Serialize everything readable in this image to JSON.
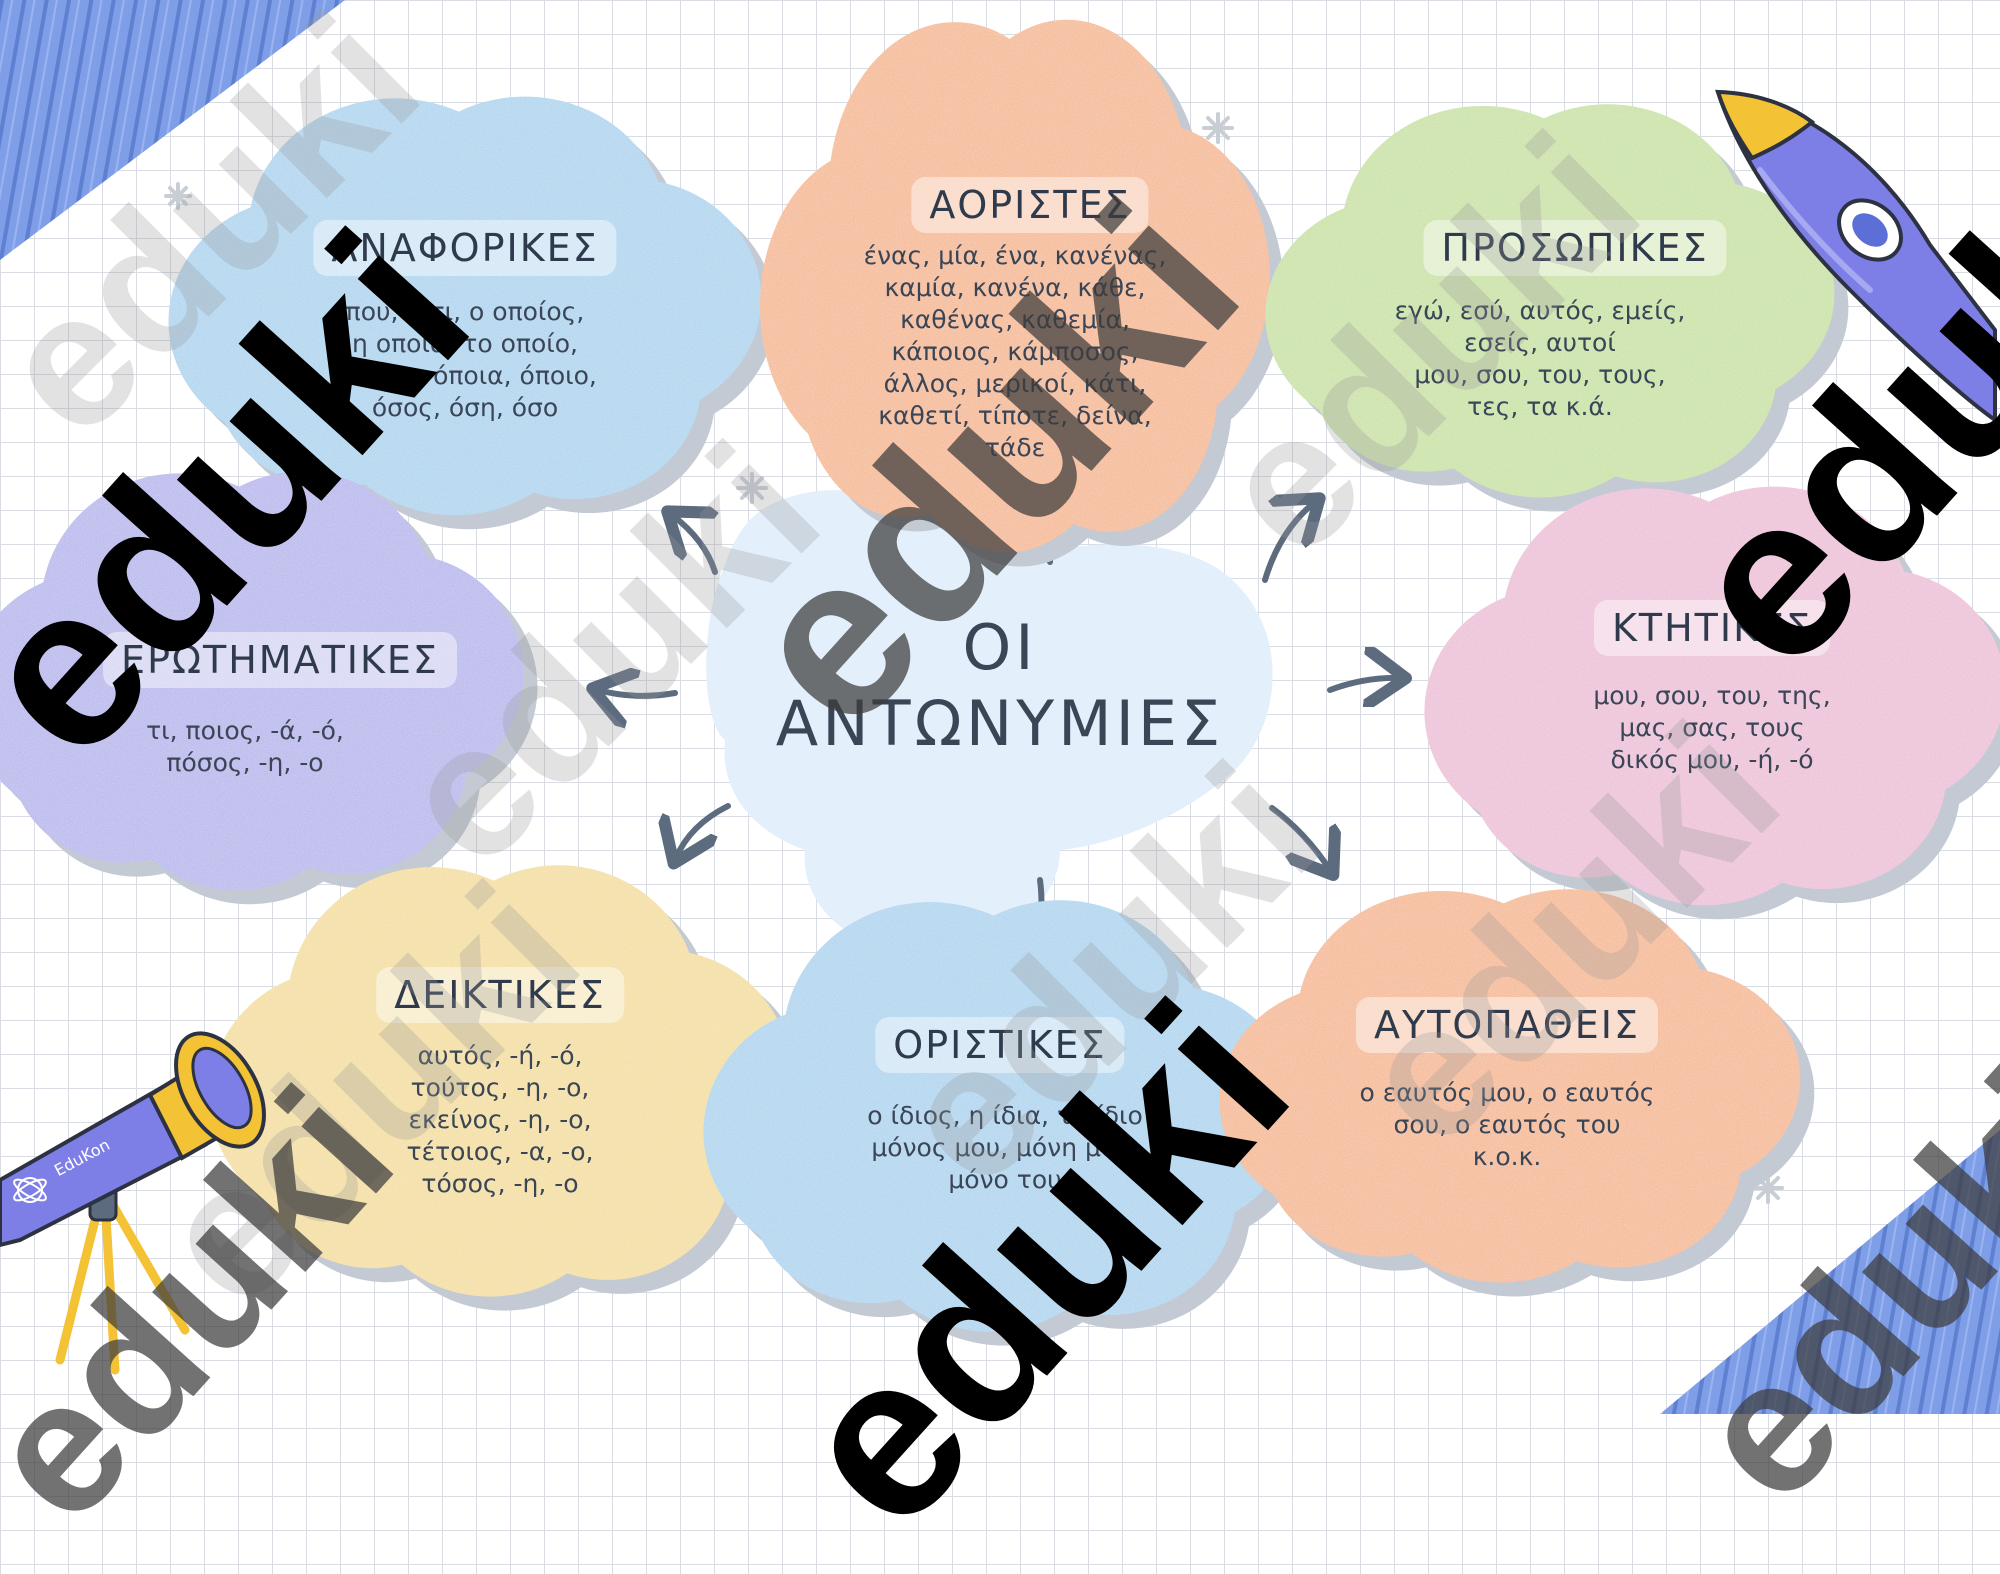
{
  "title": [
    "ΟΙ",
    "ΑΝΤΩΝΥΜΙΕΣ"
  ],
  "clouds": [
    {
      "id": "anaforikes",
      "label": "ΑΝΑΦΟΡΙΚΕΣ",
      "color": "#a9d2ee",
      "lines": [
        "που, ό,τι, ο οποίος,",
        "η οποία, το οποίο,",
        "όποιος, όποια, όποιο,",
        "όσος, όση, όσο"
      ]
    },
    {
      "id": "aoristes",
      "label": "ΑΟΡΙΣΤΕΣ",
      "color": "#f5b48a",
      "lines": [
        "ένας, μία, ένα, κανένας,",
        "καμία, κανένα, κάθε,",
        "καθένας, καθεμία,",
        "κάποιος, κάμποσος,",
        "άλλος, μερικοί, κάτι,",
        "καθετί, τίποτε, δείνα,",
        "τάδε"
      ]
    },
    {
      "id": "prosopikes",
      "label": "ΠΡΟΣΩΠΙΚΕΣ",
      "color": "#c6e09e",
      "lines": [
        "εγώ, εσύ, αυτός, εμείς,",
        "εσείς, αυτοί",
        "μου, σου, του, τους,",
        "τες, τα κ.ά."
      ]
    },
    {
      "id": "erotimatikes",
      "label": "ΕΡΩΤΗΜΑΤΙΚΕΣ",
      "color": "#b3b2ec",
      "lines": [
        "τι, ποιος, -ά, -ό,",
        "πόσος, -η, -ο"
      ]
    },
    {
      "id": "ktitikes",
      "label": "ΚΤΗΤΙΚΕΣ",
      "color": "#ecbcd6",
      "lines": [
        "μου, σου, του, της,",
        "μας, σας, τους",
        "δικός μου, -ή, -ό"
      ]
    },
    {
      "id": "deiktikes",
      "label": "ΔΕΙΚΤΙΚΕΣ",
      "color": "#f3dc98",
      "lines": [
        "αυτός, -ή, -ό,",
        "τούτος, -η, -ο,",
        "εκείνος, -η, -ο,",
        "τέτοιος, -α, -ο,",
        "τόσος, -η, -ο"
      ]
    },
    {
      "id": "oristikes",
      "label": "ΟΡΙΣΤΙΚΕΣ",
      "color": "#a9d2ee",
      "lines": [
        "ο ίδιος, η ίδια, το ίδιο",
        "μόνος μου, μόνη μου,",
        "μόνο του"
      ]
    },
    {
      "id": "autopatheis",
      "label": "ΑΥΤΟΠΑΘΕΙΣ",
      "color": "#f5b48a",
      "lines": [
        "ο εαυτός μου, ο εαυτός",
        "σου, ο εαυτός του",
        "κ.ο.κ."
      ]
    }
  ],
  "colors": {
    "center_blob": "#e3effb",
    "arrow": "#5d6b7f",
    "stripe_band": "#7e9ee8",
    "rocket_body": "#7e7fe6",
    "rocket_tip": "#f4c235",
    "telescope_body": "#7e7fe6",
    "telescope_ring": "#f4c235"
  },
  "decor": {
    "rocket": "rocket-icon",
    "telescope": "telescope-icon",
    "telescope_brand": "EduKon",
    "sparkle": "sparkle-icon"
  },
  "watermark": "eduki"
}
